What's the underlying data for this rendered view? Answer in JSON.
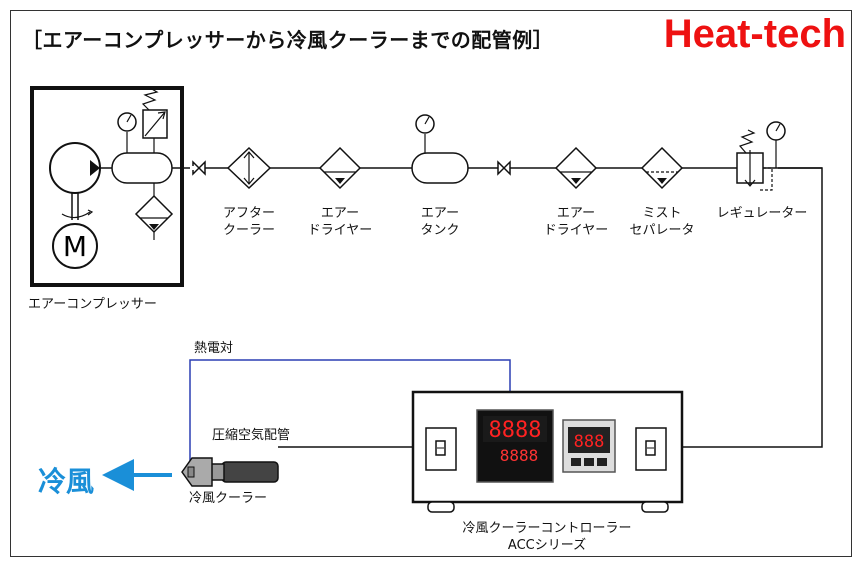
{
  "title": "［エアーコンプレッサーから冷風クーラーまでの配管例］",
  "brand": "Heat-tech",
  "components": {
    "compressor": "エアーコンプレッサー",
    "after_cooler": [
      "アフター",
      "クーラー"
    ],
    "air_dryer_1": [
      "エアー",
      "ドライヤー"
    ],
    "air_tank": [
      "エアー",
      "タンク"
    ],
    "air_dryer_2": [
      "エアー",
      "ドライヤー"
    ],
    "mist_separator": [
      "ミスト",
      "セパレータ"
    ],
    "regulator": "レギュレーター",
    "thermocouple": "熱電対",
    "compressed_air_pipe": "圧縮空気配管",
    "cold_air_cooler": "冷風クーラー",
    "controller": [
      "冷風クーラーコントローラー",
      "ACCシリーズ"
    ]
  },
  "cold_air": "冷風",
  "motor_letter": "M",
  "displays": {
    "main_top": "8888",
    "main_bottom": "8888",
    "small": "888"
  },
  "colors": {
    "brand": "#ee1111",
    "cold_air": "#1a8fd8",
    "thermocouple_wire": "#2b3fb4",
    "display_red": "#ff2222"
  }
}
